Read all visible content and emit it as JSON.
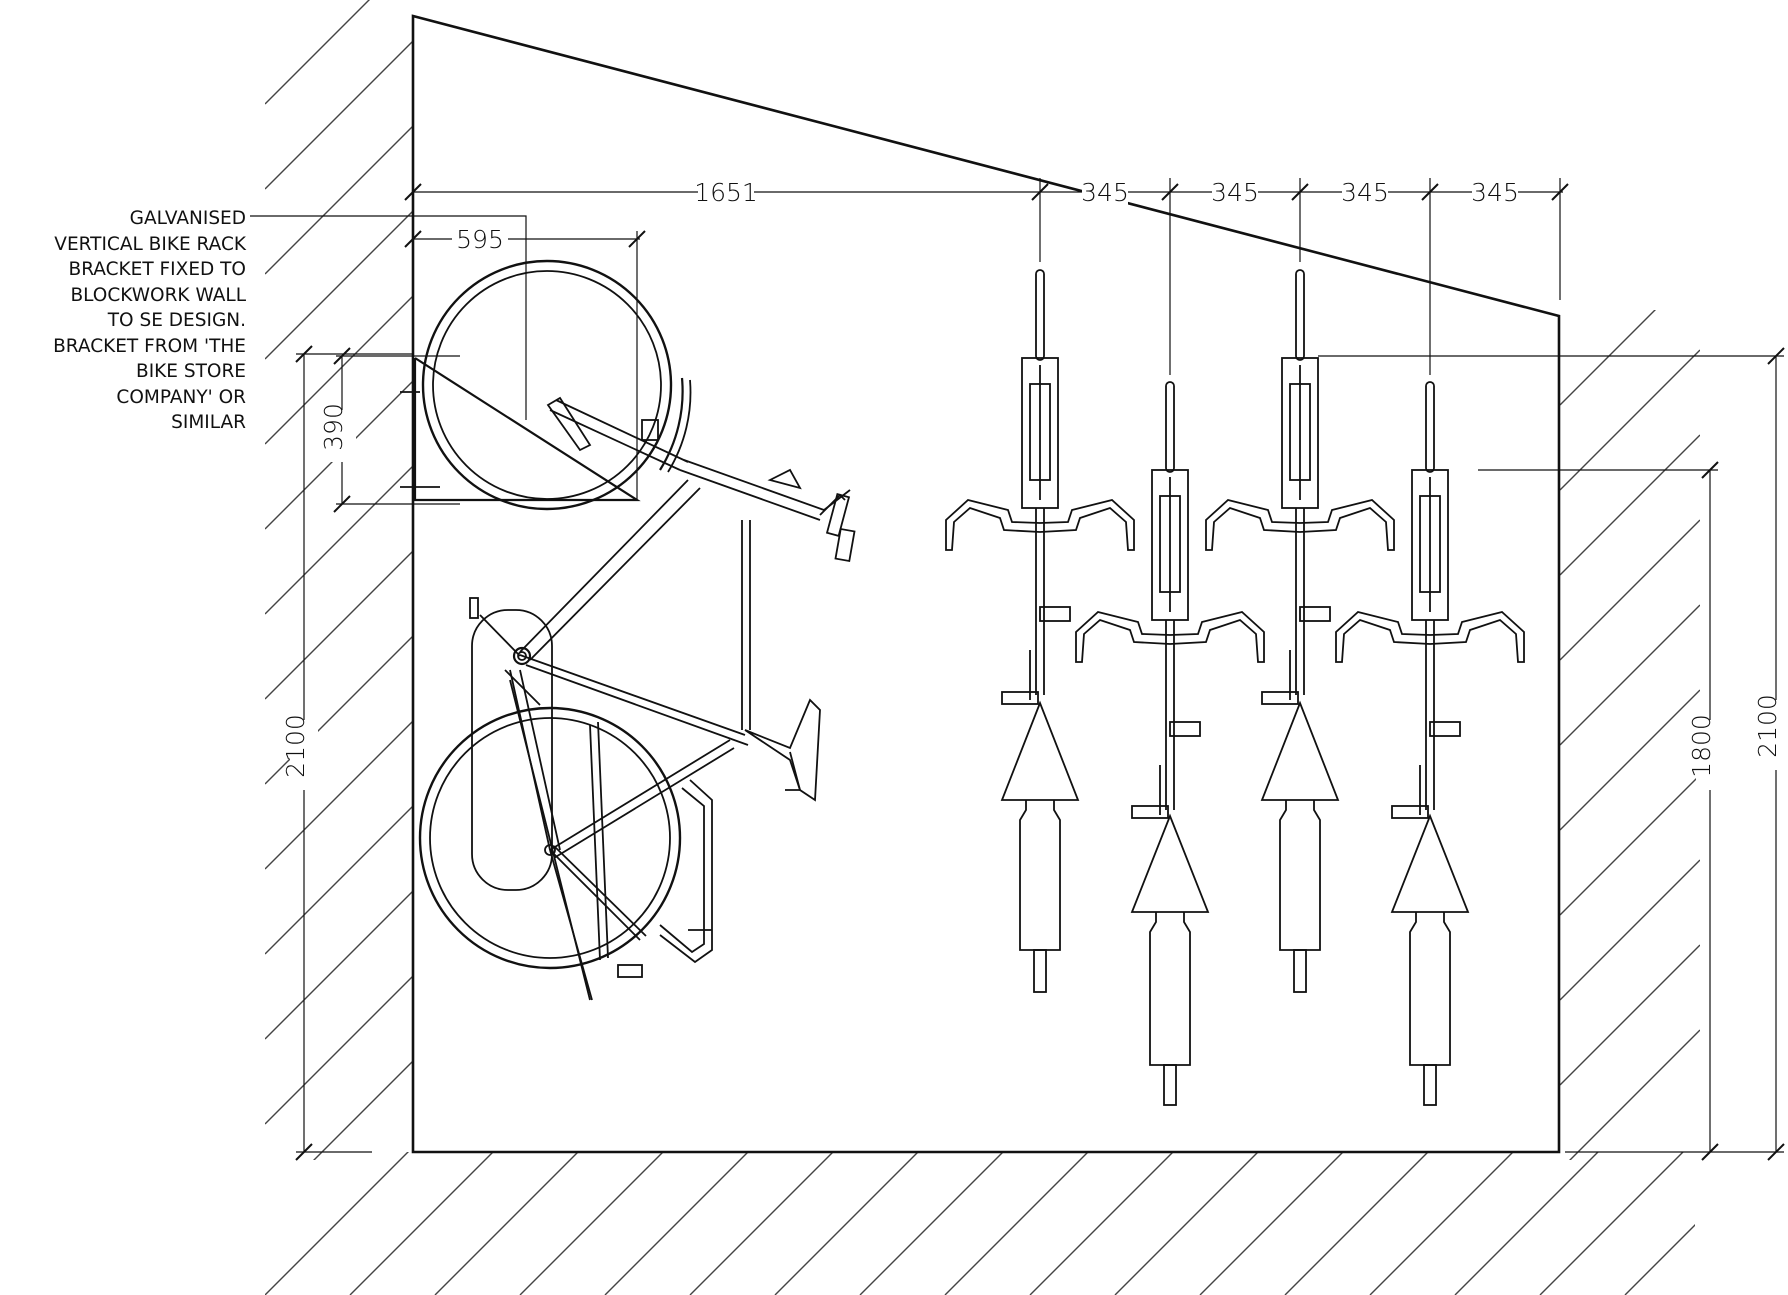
{
  "note": {
    "lines": [
      "GALVANISED",
      "VERTICAL BIKE RACK",
      "BRACKET FIXED TO",
      "BLOCKWORK WALL",
      "TO SE DESIGN.",
      "BRACKET FROM 'THE",
      "BIKE STORE",
      "COMPANY' OR",
      "SIMILAR"
    ]
  },
  "dimensions": {
    "overall_width": "1651",
    "bike_spacing_1": "345",
    "bike_spacing_2": "345",
    "bike_spacing_3": "345",
    "bike_spacing_4": "345",
    "wheel_diameter": "595",
    "bracket_height": "390",
    "left_height": "2100",
    "rack_height": "1800",
    "right_height": "2100"
  },
  "colors": {
    "line": "#111111",
    "background": "#ffffff"
  }
}
